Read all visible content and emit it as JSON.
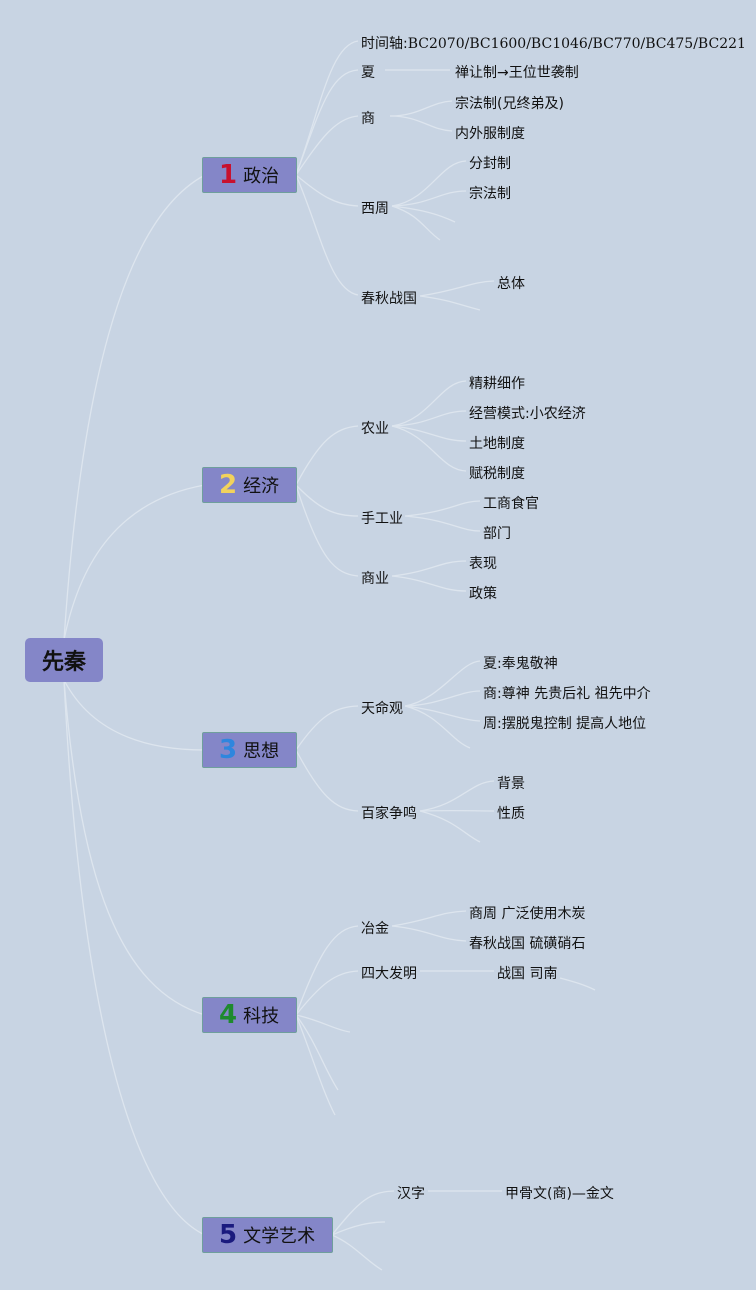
{
  "root": {
    "label": "先秦"
  },
  "colors": {
    "num1": "#c8102e",
    "num2": "#f2d25c",
    "num3": "#2e86de",
    "num4": "#1e8a2e",
    "num5": "#1a1a7e"
  },
  "politics": {
    "num": "1",
    "label": "政治",
    "timeline_prefix": "时间轴:",
    "timeline": "BC2070/BC1600/BC1046/BC770/BC475/BC221",
    "xia": "夏",
    "xia_child": "禅让制→王位世袭制",
    "shang": "商",
    "shang_c1": "宗法制(兄终弟及)",
    "shang_c2": "内外服制度",
    "xizhou": "西周",
    "xizhou_c1": "分封制",
    "xizhou_c2": "宗法制",
    "chunqiu": "春秋战国",
    "chunqiu_c1": "总体"
  },
  "economy": {
    "num": "2",
    "label": "经济",
    "agri": "农业",
    "agri_c1": "精耕细作",
    "agri_c2": "经营模式:小农经济",
    "agri_c3": "土地制度",
    "agri_c4": "赋税制度",
    "craft": "手工业",
    "craft_c1": "工商食官",
    "craft_c2": "部门",
    "commerce": "商业",
    "commerce_c1": "表现",
    "commerce_c2": "政策"
  },
  "thought": {
    "num": "3",
    "label": "思想",
    "tianming": "天命观",
    "tm_c1": "夏:奉鬼敬神",
    "tm_c2": "商:尊神 先贵后礼 祖先中介",
    "tm_c3": "周:摆脱鬼控制 提高人地位",
    "baijia": "百家争鸣",
    "bj_c1": "背景",
    "bj_c2": "性质"
  },
  "tech": {
    "num": "4",
    "label": "科技",
    "metal": "冶金",
    "metal_c1": "商周 广泛使用木炭",
    "metal_c2": "春秋战国 硫磺硝石",
    "inventions": "四大发明",
    "inv_c1": "战国 司南"
  },
  "literature": {
    "num": "5",
    "label": "文学艺术",
    "hanzi": "汉字",
    "hanzi_c1": "甲骨文(商)—金文"
  }
}
